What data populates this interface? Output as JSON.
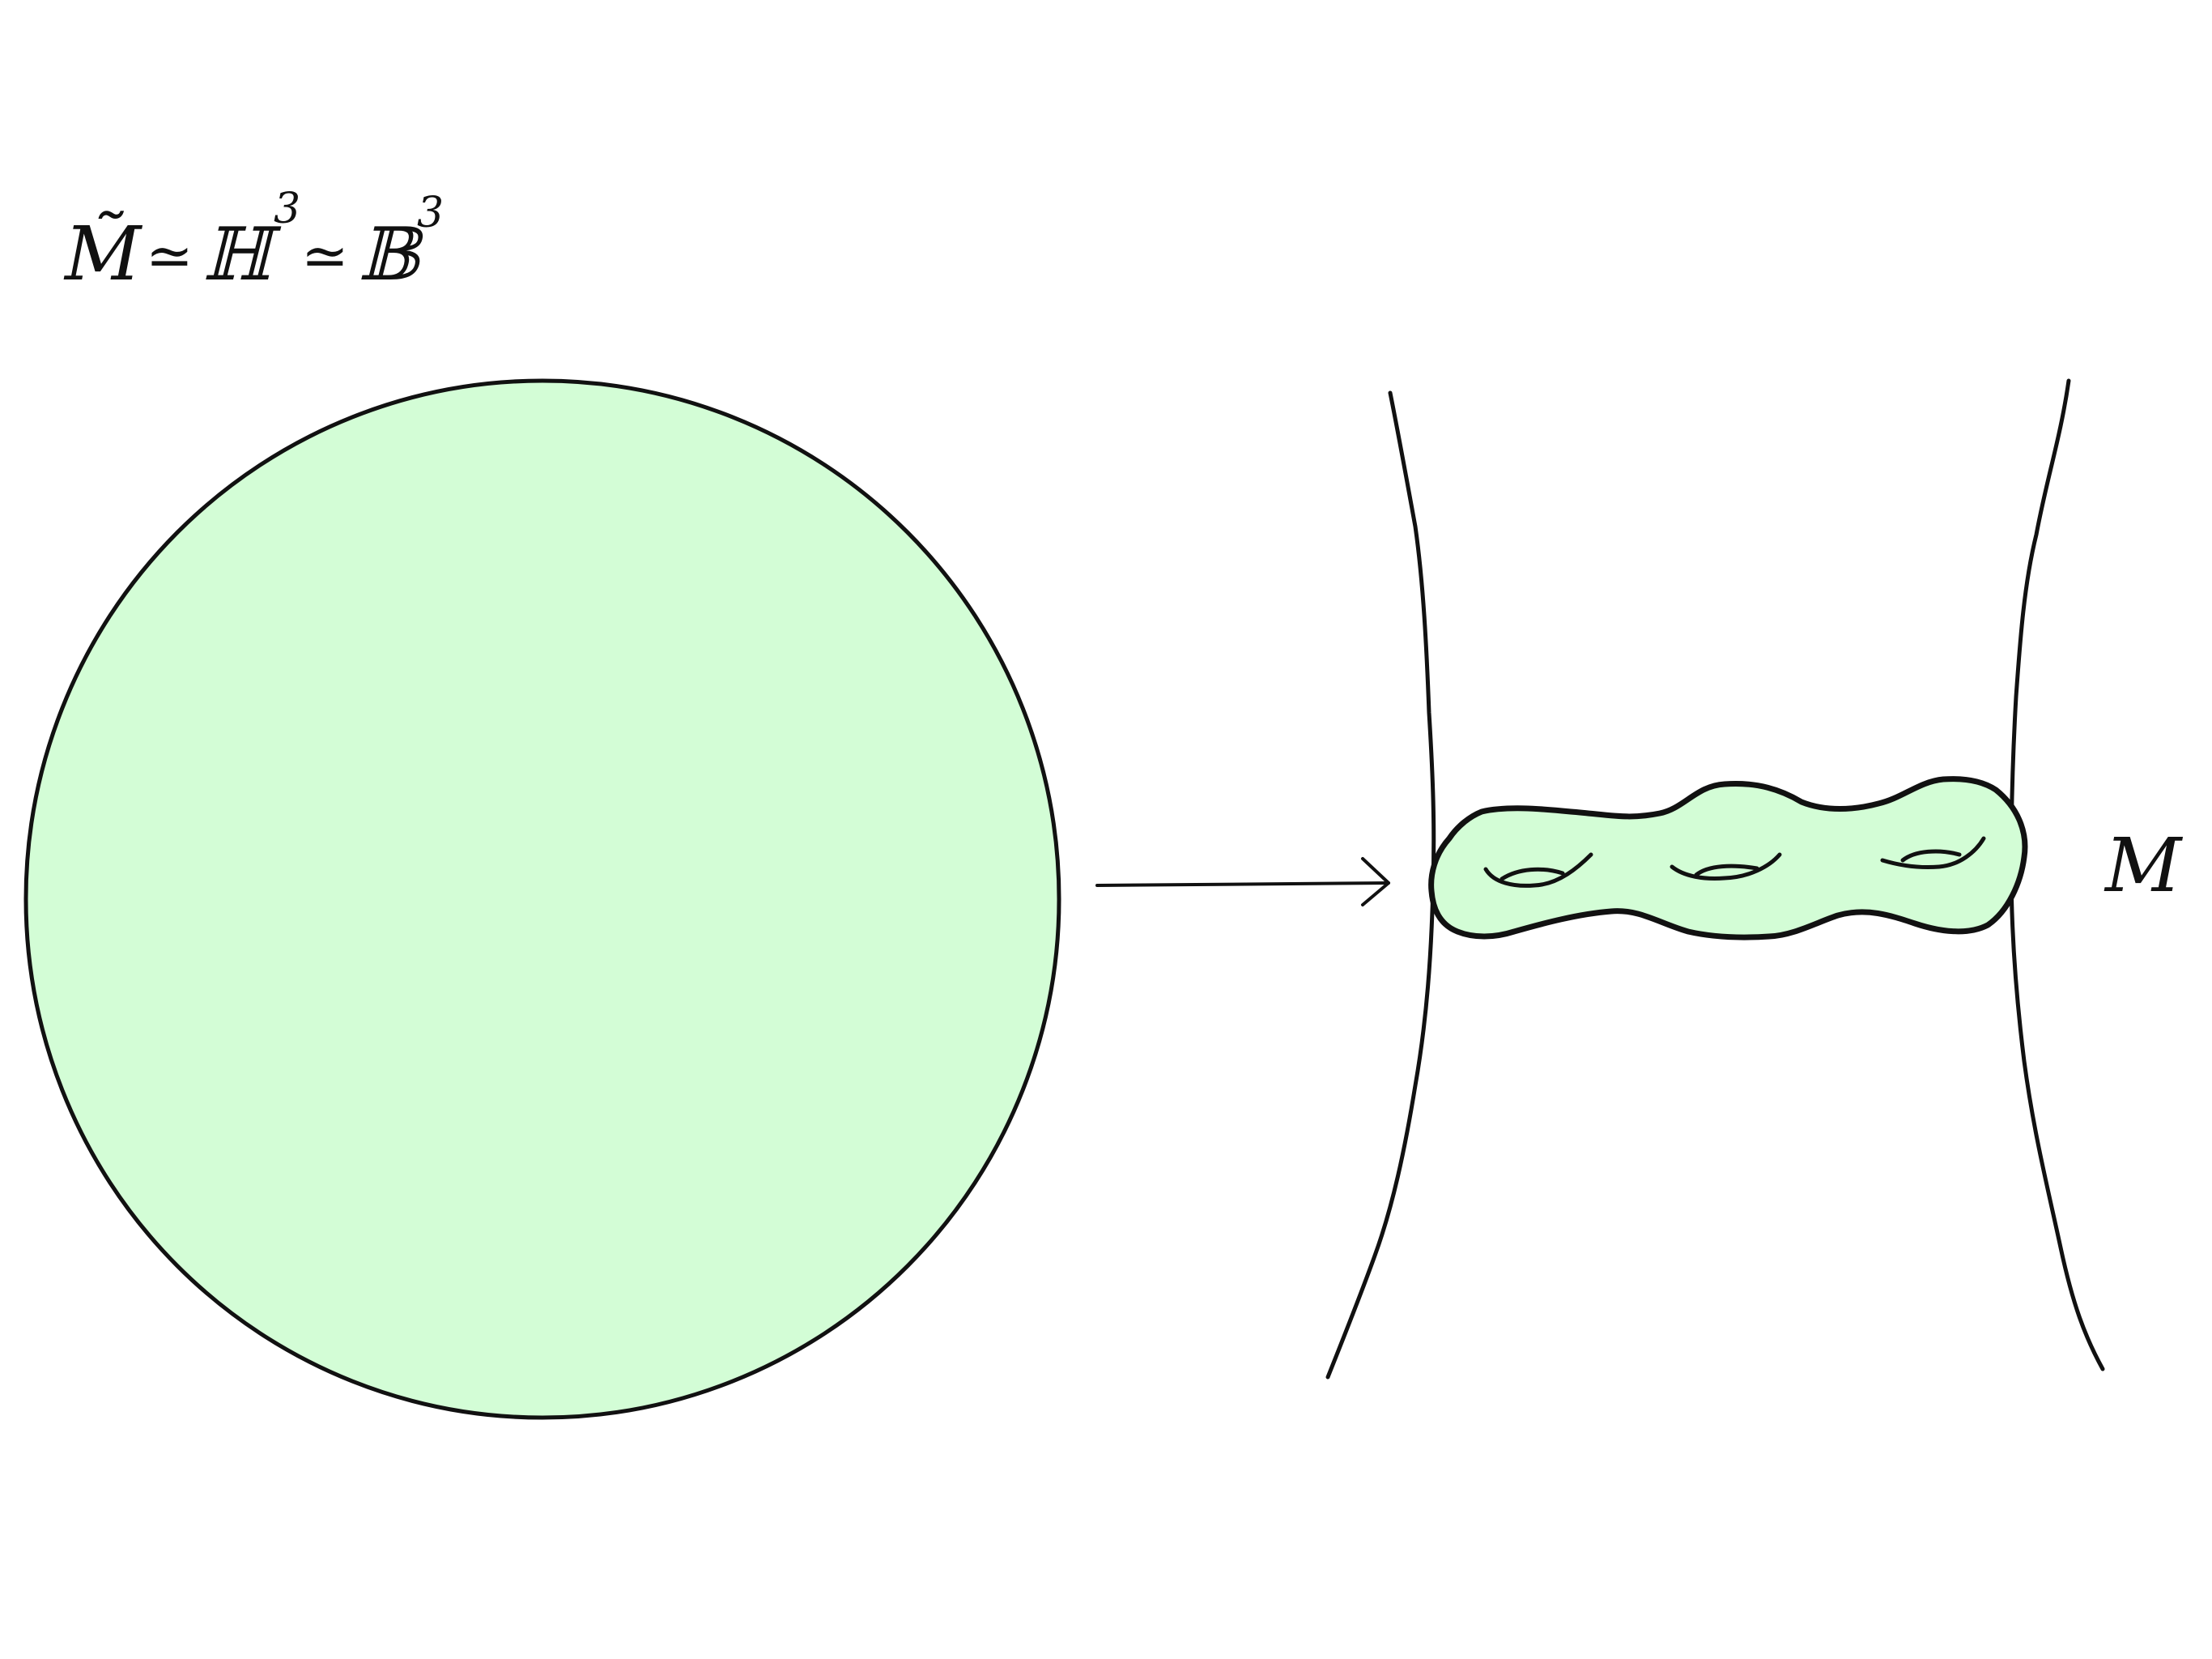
{
  "colors": {
    "ink": "#111111",
    "fill_green": "#d3fdd6",
    "background": "#ffffff"
  },
  "formula": {
    "m_tilde": "M̃",
    "approx1": "≃",
    "H": "ℍ",
    "H_exp": "3",
    "approx2": "≃",
    "B": "𝔹",
    "B_exp": "3"
  },
  "manifold_label": "M",
  "icons": {
    "covering_map_arrow": "arrow-right-icon"
  }
}
